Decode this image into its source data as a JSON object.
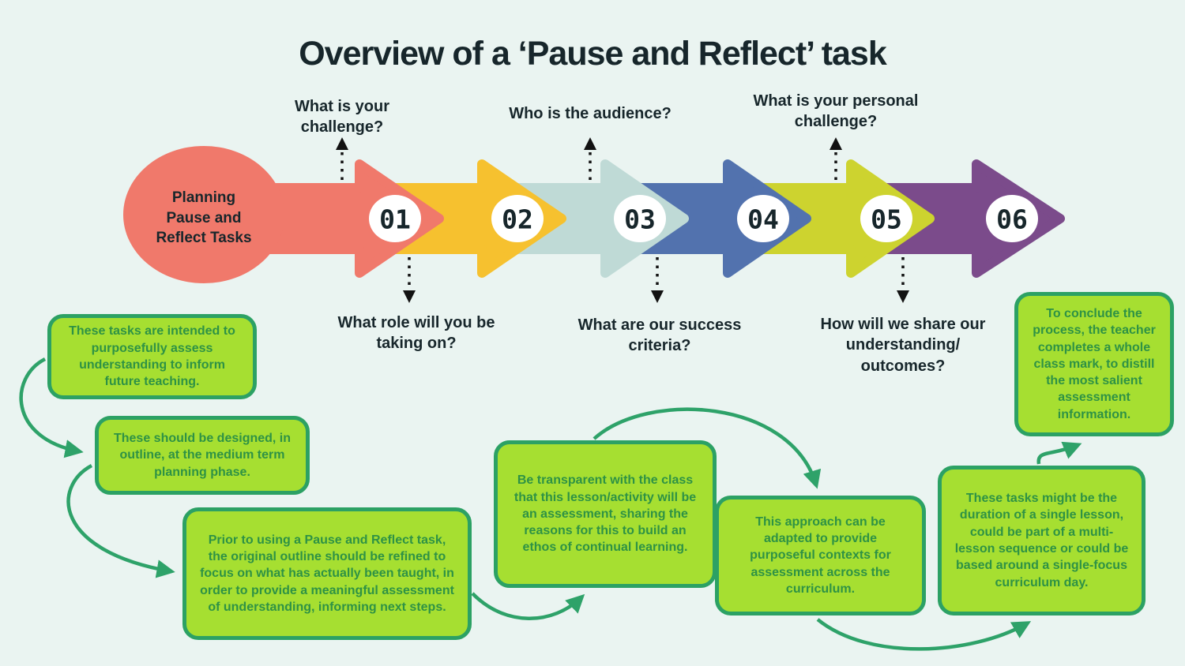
{
  "title": "Overview of a ‘Pause and Reflect’ task",
  "colors": {
    "background": "#eaf4f1",
    "text_dark": "#17262b",
    "note_fill": "#a6df31",
    "note_border": "#2ca164",
    "note_text": "#2e9245",
    "connector": "#2ea269",
    "dotted_arrow": "#121212",
    "circle_fill": "#ffffff"
  },
  "start": {
    "label": "Planning\nPause and\nReflect Tasks",
    "color": "#f0796b"
  },
  "steps": [
    {
      "number": "01",
      "color": "#f0796b"
    },
    {
      "number": "02",
      "color": "#f6c12f"
    },
    {
      "number": "03",
      "color": "#bfdad6"
    },
    {
      "number": "04",
      "color": "#5272ae"
    },
    {
      "number": "05",
      "color": "#cdd32f"
    },
    {
      "number": "06",
      "color": "#7b4b8b"
    }
  ],
  "questions_top": [
    {
      "text": "What is your\nchallenge?"
    },
    {
      "text": "Who is the audience?"
    },
    {
      "text": "What is your personal\nchallenge?"
    }
  ],
  "questions_bottom": [
    {
      "text": "What role will you be\ntaking on?"
    },
    {
      "text": "What are our success\ncriteria?"
    },
    {
      "text": "How will we share our\nunderstanding/\noutcomes?"
    }
  ],
  "notes": [
    {
      "text": "These tasks are intended to purposefully assess understanding to inform future teaching."
    },
    {
      "text": "These should be designed, in outline, at the medium term planning phase."
    },
    {
      "text": "Prior to using a Pause and Reflect task, the original outline should be refined to focus on what has actually been taught, in order to provide a meaningful assessment of understanding, informing next steps."
    },
    {
      "text": "Be transparent with the class that this lesson/activity will be an assessment, sharing the reasons for this to build an ethos of continual learning."
    },
    {
      "text": "This approach can be adapted to provide purposeful contexts for assessment across the curriculum."
    },
    {
      "text": "These tasks might be the duration of a single lesson, could be part of a multi-lesson sequence or could be based around a single-focus curriculum day."
    },
    {
      "text": "To conclude the process, the teacher completes a whole class mark, to distill the most salient assessment information."
    }
  ]
}
